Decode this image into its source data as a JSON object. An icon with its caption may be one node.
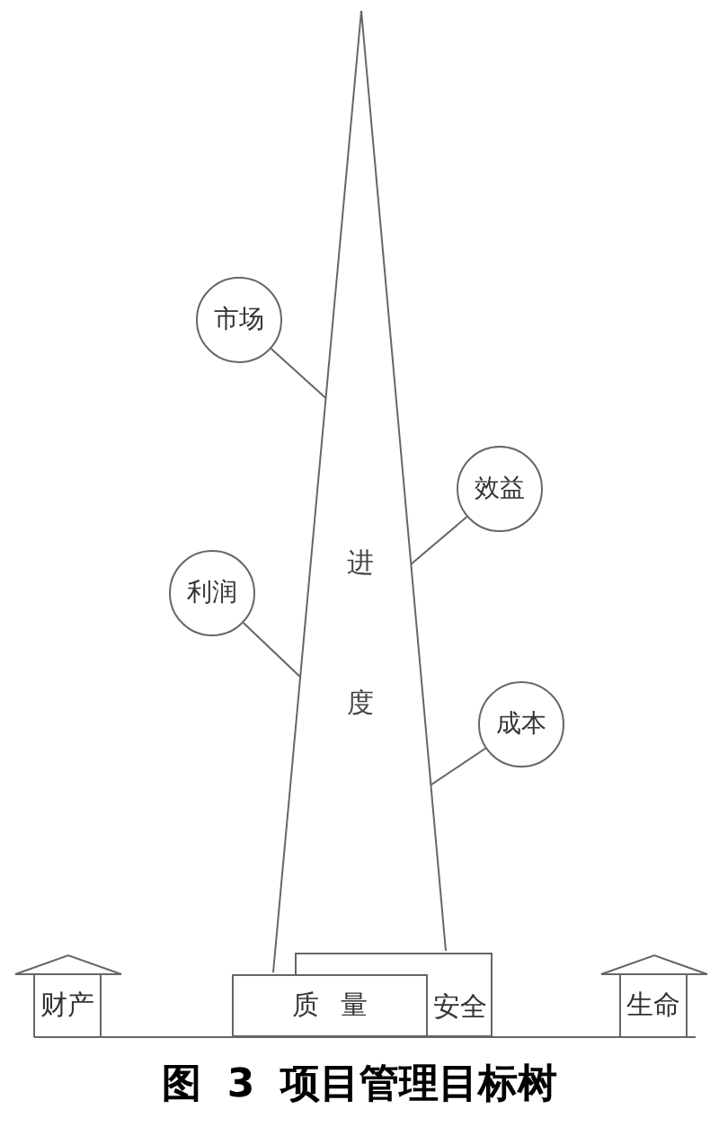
{
  "diagram": {
    "caption": "图 3 项目管理目标树",
    "nodes": [
      {
        "text": [
          "进度"
        ]
      },
      {
        "text": [
          "市场"
        ]
      },
      {
        "text": [
          "效益"
        ]
      },
      {
        "text": [
          "利润"
        ]
      },
      {
        "text": [
          "成本"
        ]
      },
      {
        "text": [
          "财产"
        ]
      },
      {
        "text": [
          "质量"
        ]
      },
      {
        "text": [
          "安全"
        ]
      },
      {
        "text": [
          "生命"
        ]
      }
    ],
    "edges": [
      {
        "from": 1,
        "to": 0,
        "arrow": "none"
      },
      {
        "from": 2,
        "to": 0,
        "arrow": "none"
      },
      {
        "from": 3,
        "to": 0,
        "arrow": "none"
      },
      {
        "from": 4,
        "to": 0,
        "arrow": "none"
      }
    ]
  }
}
